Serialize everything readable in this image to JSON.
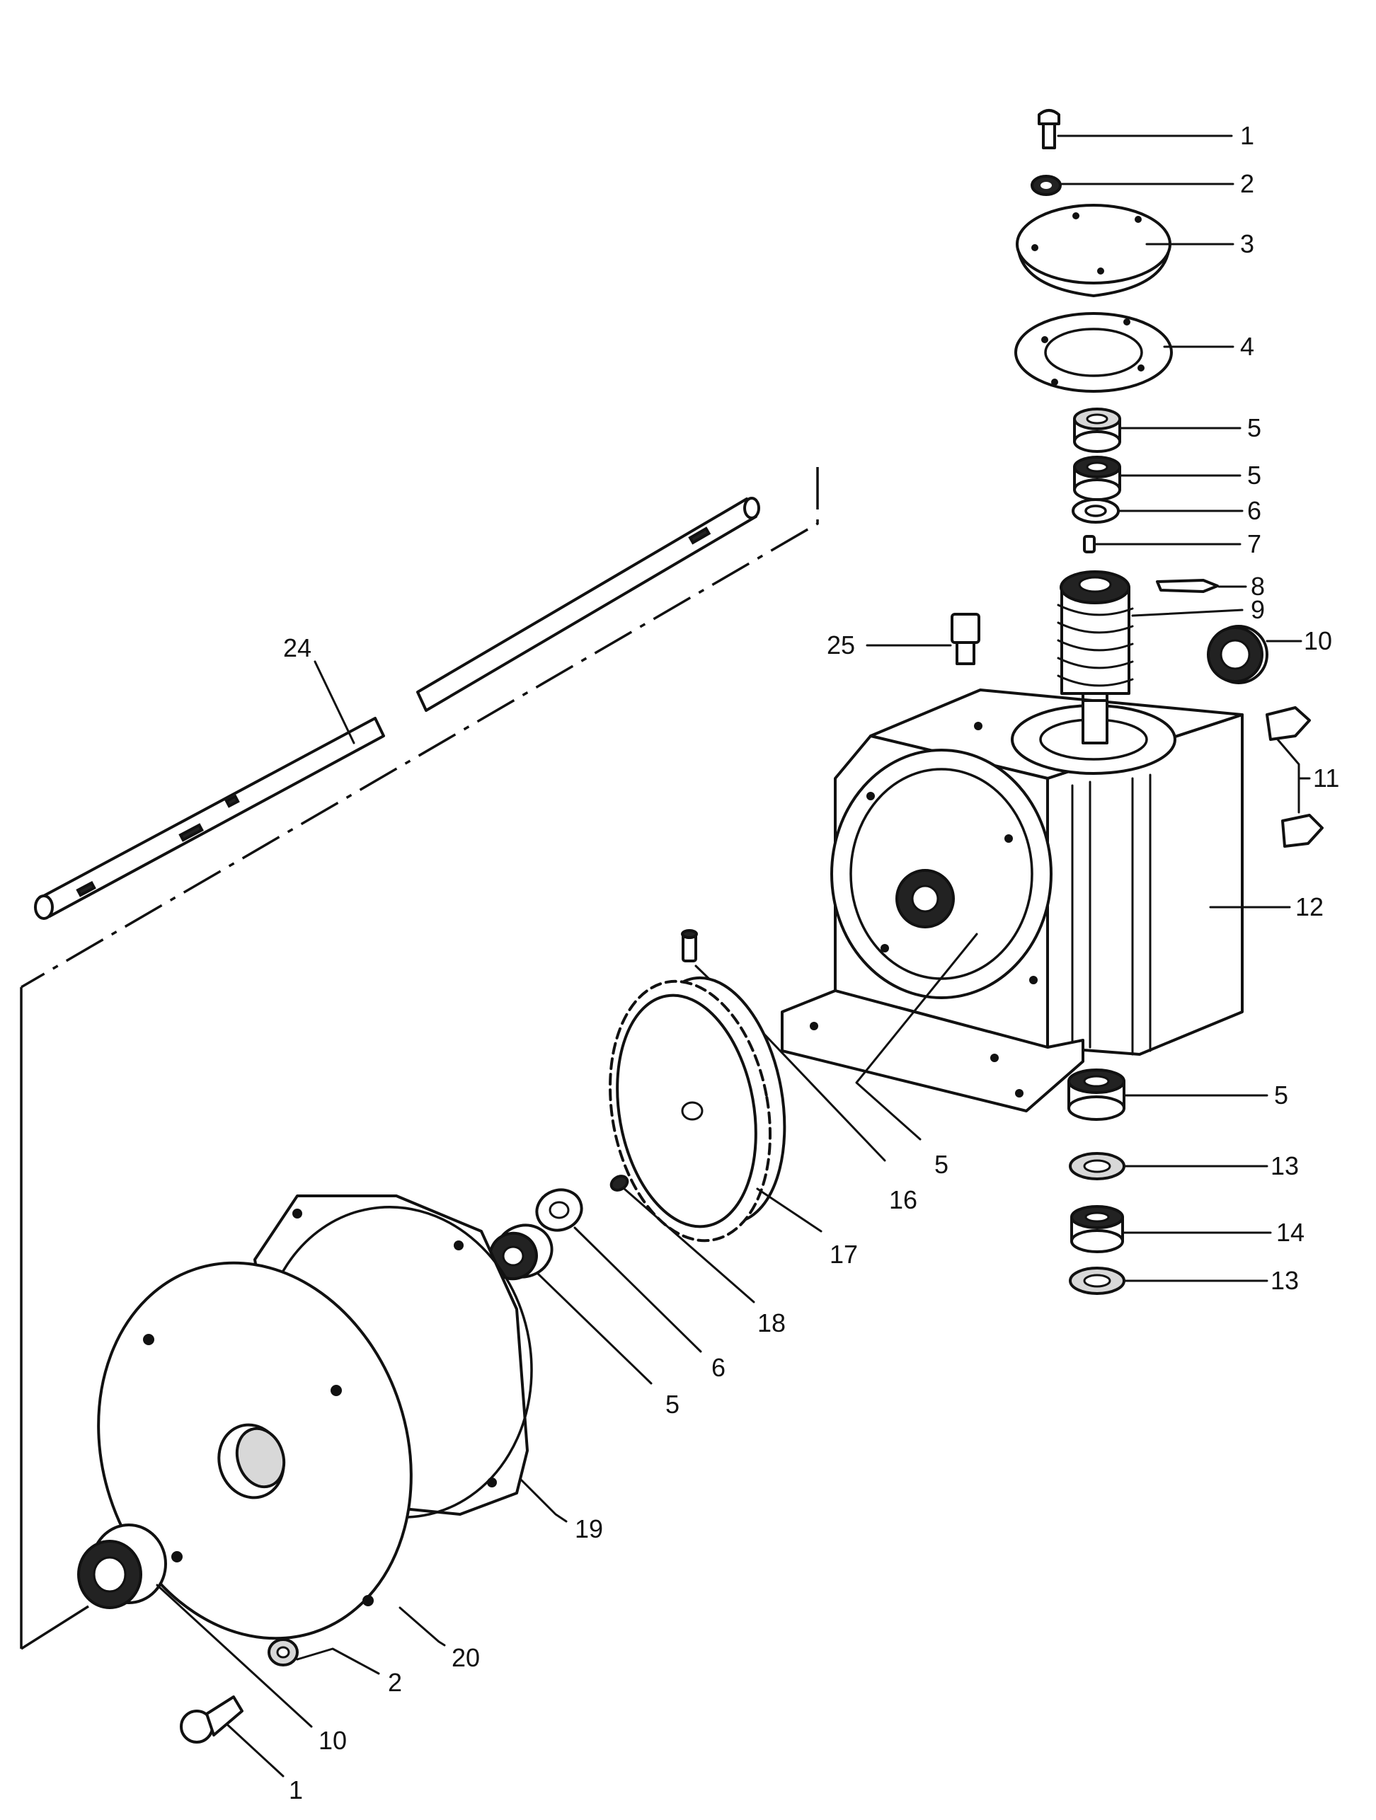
{
  "callouts": {
    "c1_top": "1",
    "c2_top": "2",
    "c3": "3",
    "c4": "4",
    "c5_a": "5",
    "c5_b": "5",
    "c6_top": "6",
    "c7": "7",
    "c8": "8",
    "c9": "9",
    "c10_right": "10",
    "c11": "11",
    "c12": "12",
    "c25": "25",
    "c24": "24",
    "c5_c": "5",
    "c13_a": "13",
    "c14": "14",
    "c13_b": "13",
    "c16": "16",
    "c5_d": "5",
    "c17": "17",
    "c18": "18",
    "c6_bottom": "6",
    "c5_e": "5",
    "c19": "19",
    "c20": "20",
    "c2_bottom": "2",
    "c10_bottom": "10",
    "c1_bottom": "1"
  }
}
